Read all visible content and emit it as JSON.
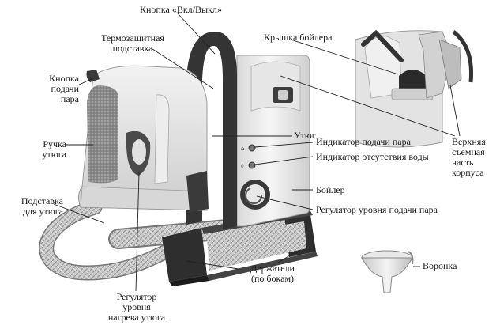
{
  "labels": {
    "power_button": "Кнопка «Вкл/Выкл»",
    "thermo_stand": "Термозащитная\nподставка",
    "steam_button": "Кнопка\nподачи\nпара",
    "iron_handle": "Ручка\nутюга",
    "iron_stand": "Подставка\nдля утюга",
    "boiler_cap": "Крышка бойлера",
    "iron": "Утюг",
    "steam_indicator": "Индикатор подачи пара",
    "no_water_indicator": "Индикатор отсутствия воды",
    "boiler": "Бойлер",
    "steam_regulator": "Регулятор уровня подачи пара",
    "holders": "Держатели\n(по бокам)",
    "heat_regulator": "Регулятор\nуровня\nнагрева утюга",
    "upper_cover": "Верхняя\nсъемная\nчасть\nкорпуса",
    "funnel": "Воронка"
  },
  "colors": {
    "body": "#eeeeee",
    "dark_plastic": "#3a3a3a",
    "hose": "#bdbdbd",
    "leader_line": "#222222"
  }
}
